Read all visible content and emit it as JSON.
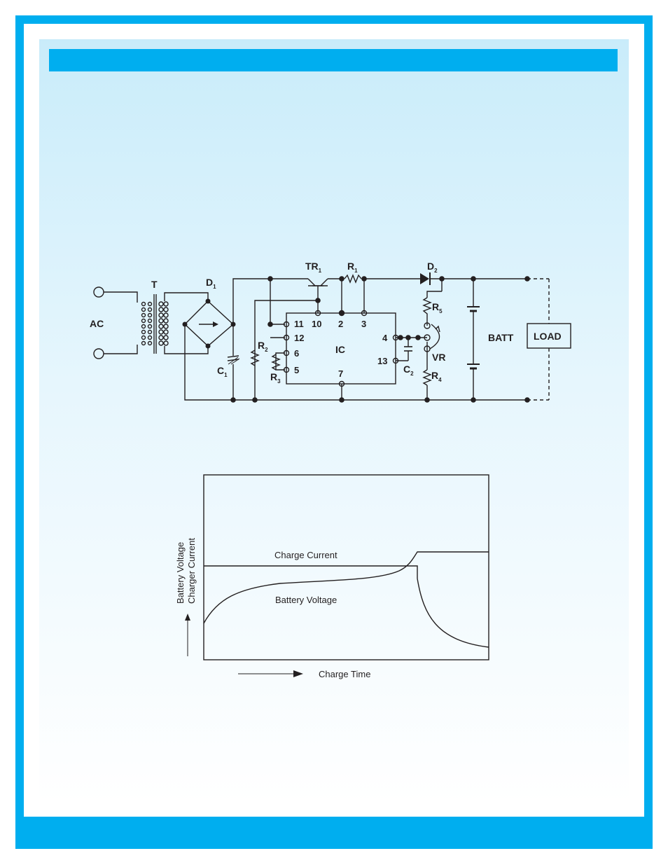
{
  "circuit": {
    "ac": "AC",
    "transformer": "T",
    "d1": {
      "main": "D",
      "sub": "1"
    },
    "c1": {
      "main": "C",
      "sub": "1"
    },
    "tr1": {
      "main": "TR",
      "sub": "1"
    },
    "r1": {
      "main": "R",
      "sub": "1"
    },
    "d2": {
      "main": "D",
      "sub": "2"
    },
    "r5": {
      "main": "R",
      "sub": "5"
    },
    "r2": {
      "main": "R",
      "sub": "2"
    },
    "r3": {
      "main": "R",
      "sub": "3"
    },
    "r4": {
      "main": "R",
      "sub": "4"
    },
    "c2": {
      "main": "C",
      "sub": "2"
    },
    "ic": "IC",
    "vr": "VR",
    "batt": "BATT",
    "load": "LOAD",
    "pins": {
      "p11": "11",
      "p10": "10",
      "p2": "2",
      "p3": "3",
      "p12": "12",
      "p6": "6",
      "p5": "5",
      "p7": "7",
      "p4": "4",
      "p13": "13"
    }
  },
  "graph": {
    "y_label_line1": "Battery Voltage",
    "y_label_line2": "Charger Current",
    "x_label": "Charge Time",
    "curve_current": "Charge Current",
    "curve_voltage": "Battery Voltage"
  },
  "colors": {
    "frame": "#00aeef",
    "ink": "#231f20"
  }
}
